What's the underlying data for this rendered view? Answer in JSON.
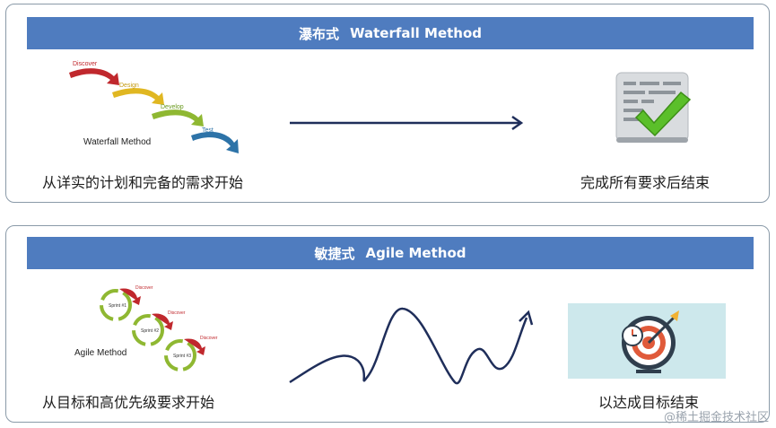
{
  "waterfall": {
    "title_cn": "瀑布式",
    "title_en": "Waterfall Method",
    "diagram_label": "Waterfall Method",
    "stages": [
      "Discover",
      "Design",
      "Develop",
      "Test"
    ],
    "stage_colors": [
      "#c0282d",
      "#e0b722",
      "#8fb832",
      "#2d73a8"
    ],
    "start_caption": "从详实的计划和完备的需求开始",
    "end_caption": "完成所有要求后结束",
    "end_icon": "document-check-icon"
  },
  "agile": {
    "title_cn": "敏捷式",
    "title_en": "Agile Method",
    "diagram_label": "Agile Method",
    "sprints": [
      "Sprint #1",
      "Sprint #2",
      "Sprint #3"
    ],
    "sprint_label": "Discover",
    "start_caption": "从目标和高优先级要求开始",
    "end_caption": "以达成目标结束",
    "end_icon": "target-bullseye-icon"
  },
  "colors": {
    "banner": "#4f7cbf",
    "arrow": "#1f2e5a",
    "check": "#5bbf2a"
  },
  "watermark": "@稀土掘金技术社区"
}
